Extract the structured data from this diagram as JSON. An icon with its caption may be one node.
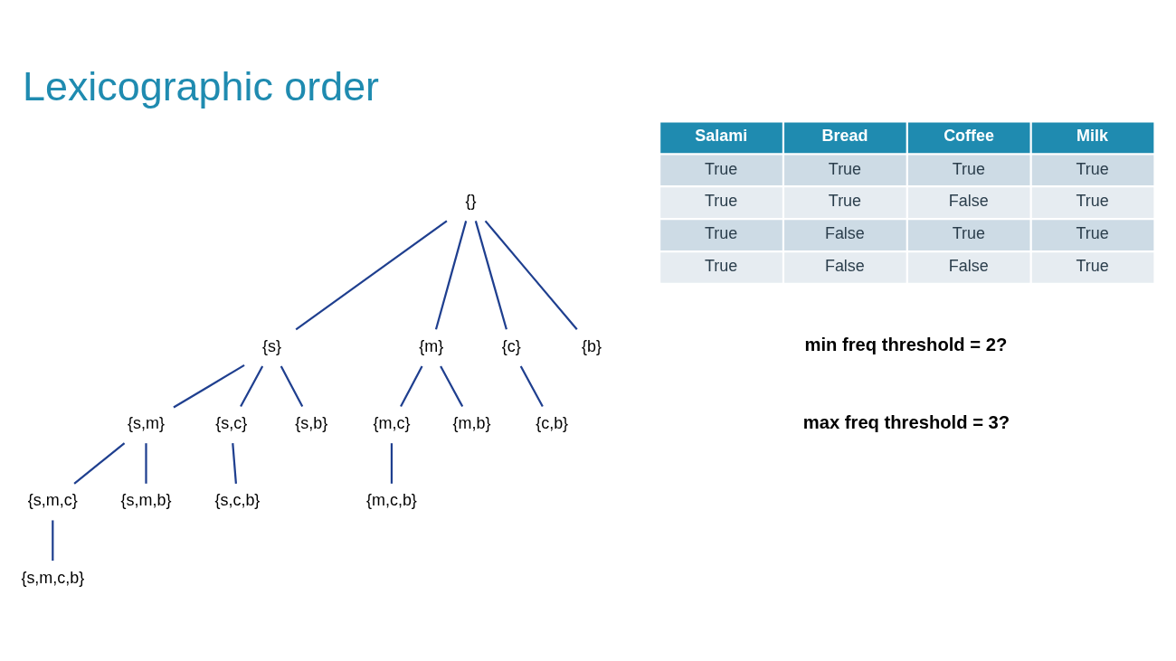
{
  "diagram": {
    "title": "Lexicographic order",
    "nodes": [
      {
        "text": [
          "{}"
        ]
      },
      {
        "text": [
          "{s}"
        ]
      },
      {
        "text": [
          "{m}"
        ]
      },
      {
        "text": [
          "{c}"
        ]
      },
      {
        "text": [
          "{b}"
        ]
      },
      {
        "text": [
          "{s,m}"
        ]
      },
      {
        "text": [
          "{s,c}"
        ]
      },
      {
        "text": [
          "{s,b}"
        ]
      },
      {
        "text": [
          "{m,c}"
        ]
      },
      {
        "text": [
          "{m,b}"
        ]
      },
      {
        "text": [
          "{c,b}"
        ]
      },
      {
        "text": [
          "{s,m,c}"
        ]
      },
      {
        "text": [
          "{s,m,b}"
        ]
      },
      {
        "text": [
          "{s,c,b}"
        ]
      },
      {
        "text": [
          "{m,c,b}"
        ]
      },
      {
        "text": [
          "{s,m,c,b}"
        ]
      }
    ],
    "edges": [
      {
        "from": 0,
        "to": 1,
        "arrow": "none"
      },
      {
        "from": 0,
        "to": 2,
        "arrow": "none"
      },
      {
        "from": 0,
        "to": 3,
        "arrow": "none"
      },
      {
        "from": 0,
        "to": 4,
        "arrow": "none"
      },
      {
        "from": 1,
        "to": 5,
        "arrow": "none"
      },
      {
        "from": 1,
        "to": 6,
        "arrow": "none"
      },
      {
        "from": 1,
        "to": 7,
        "arrow": "none"
      },
      {
        "from": 2,
        "to": 8,
        "arrow": "none"
      },
      {
        "from": 2,
        "to": 9,
        "arrow": "none"
      },
      {
        "from": 3,
        "to": 10,
        "arrow": "none"
      },
      {
        "from": 5,
        "to": 11,
        "arrow": "none"
      },
      {
        "from": 5,
        "to": 12,
        "arrow": "none"
      },
      {
        "from": 6,
        "to": 13,
        "arrow": "none"
      },
      {
        "from": 8,
        "to": 14,
        "arrow": "none"
      },
      {
        "from": 11,
        "to": 15,
        "arrow": "none"
      }
    ],
    "labels": [
      "Salami",
      "Bread",
      "Coffee",
      "Milk",
      "True",
      "True",
      "True",
      "True",
      "True",
      "True",
      "False",
      "True",
      "True",
      "False",
      "True",
      "True",
      "True",
      "False",
      "False",
      "True",
      "min freq threshold = 2?",
      "max freq threshold = 3?"
    ]
  }
}
